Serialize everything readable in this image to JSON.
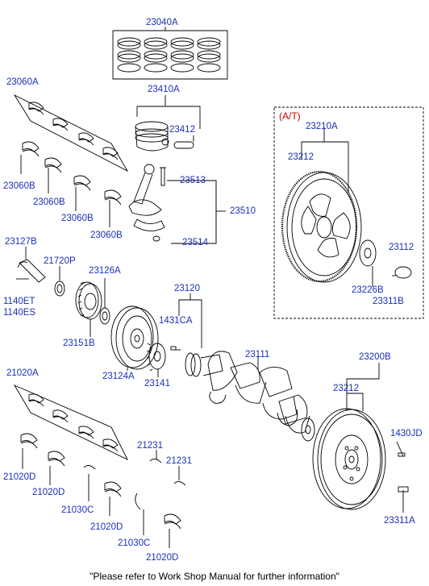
{
  "diagram": {
    "transmission_label": "(A/T)",
    "footer_note": "\"Please refer to Work Shop Manual for further information\"",
    "part_numbers": [
      "23040A",
      "23410A",
      "23412",
      "23060A",
      "23513",
      "23510",
      "23514",
      "23060B",
      "23060B",
      "23060B",
      "23060B",
      "23127B",
      "21720P",
      "23126A",
      "1140ET",
      "1140ES",
      "23151B",
      "23120",
      "1431CA",
      "23124A",
      "23141",
      "23111",
      "21020A",
      "21231",
      "21231",
      "21020D",
      "21020D",
      "21030C",
      "21020D",
      "21030C",
      "21020D",
      "23210A",
      "23212",
      "23112",
      "23226B",
      "23311B",
      "23200B",
      "23212",
      "1430JD",
      "23311A"
    ],
    "colors": {
      "part_number_text": "#1a2fb8",
      "transmission_label": "#cc0000",
      "line_art": "#000000"
    }
  }
}
